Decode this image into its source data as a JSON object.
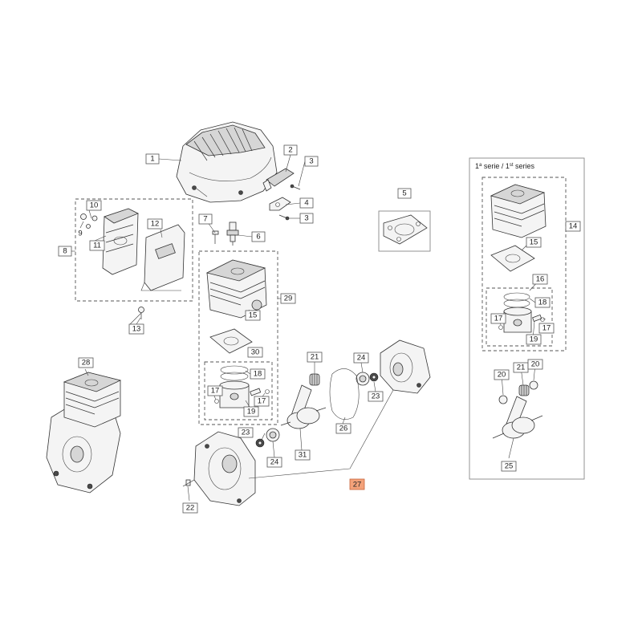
{
  "series_label": {
    "prefix": "1",
    "prefix_sup": "a",
    "middle": " serie / 1",
    "middle_sup": "st",
    "suffix": " series"
  },
  "callouts": {
    "c1": "1",
    "c2": "2",
    "c3a": "3",
    "c3b": "3",
    "c4": "4",
    "c5": "5",
    "c6": "6",
    "c7": "7",
    "c8": "8",
    "c9": "9",
    "c10": "10",
    "c11": "11",
    "c12": "12",
    "c13": "13",
    "c14": "14",
    "c15a": "15",
    "c15b": "15",
    "c16": "16",
    "c17a": "17",
    "c17b": "17",
    "c17c": "17",
    "c17d": "17",
    "c18a": "18",
    "c18b": "18",
    "c19a": "19",
    "c19b": "19",
    "c20a": "20",
    "c20b": "20",
    "c21a": "21",
    "c21b": "21",
    "c22": "22",
    "c23a": "23",
    "c23b": "23",
    "c24a": "24",
    "c24b": "24",
    "c25": "25",
    "c26": "26",
    "c27": "27",
    "c28": "28",
    "c29": "29",
    "c30": "30",
    "c31": "31"
  },
  "colors": {
    "highlight_fill": "#f3a27a",
    "line": "#444444"
  }
}
